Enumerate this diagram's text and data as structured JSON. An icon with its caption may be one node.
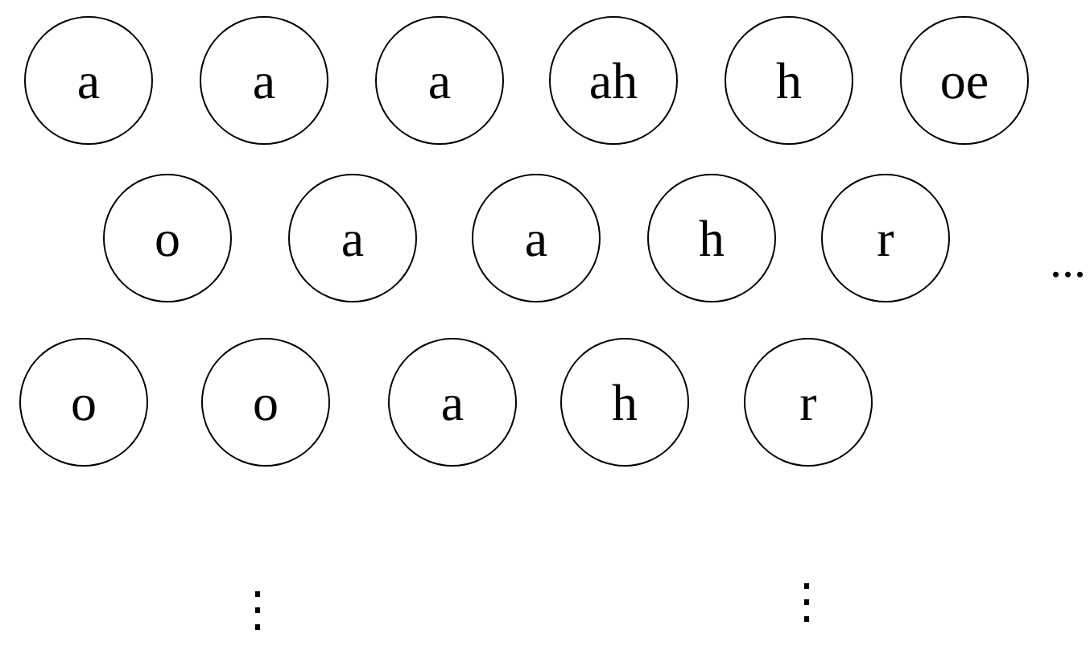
{
  "diagram": {
    "nodes": [
      {
        "text": [
          "a"
        ]
      },
      {
        "text": [
          "a"
        ]
      },
      {
        "text": [
          "a"
        ]
      },
      {
        "text": [
          "ah"
        ]
      },
      {
        "text": [
          "h"
        ]
      },
      {
        "text": [
          "oe"
        ]
      },
      {
        "text": [
          "o"
        ]
      },
      {
        "text": [
          "a"
        ]
      },
      {
        "text": [
          "a"
        ]
      },
      {
        "text": [
          "h"
        ]
      },
      {
        "text": [
          "r"
        ]
      },
      {
        "text": [
          "o"
        ]
      },
      {
        "text": [
          "o"
        ]
      },
      {
        "text": [
          "a"
        ]
      },
      {
        "text": [
          "h"
        ]
      },
      {
        "text": [
          "r"
        ]
      }
    ],
    "edges": [],
    "labels": [
      "...",
      "⋮",
      "⋮"
    ]
  }
}
